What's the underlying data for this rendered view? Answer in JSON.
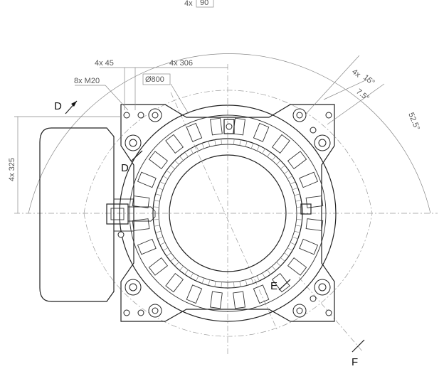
{
  "drawing": {
    "labels": {
      "angle_90_prefix": "4x",
      "angle_90_value": "90",
      "offset_45": "4x 45",
      "offset_306": "4x 306",
      "thread": "8x M20",
      "diameter": "Ø800",
      "angle_15_prefix": "4x",
      "angle_15_value": "15°",
      "angle_7_5": "7.5°",
      "angle_52_5": "52.5°",
      "height_325": "4x 325",
      "section_d_top": "D",
      "section_d_mid": "D",
      "section_e": "E",
      "section_f": "F"
    }
  }
}
